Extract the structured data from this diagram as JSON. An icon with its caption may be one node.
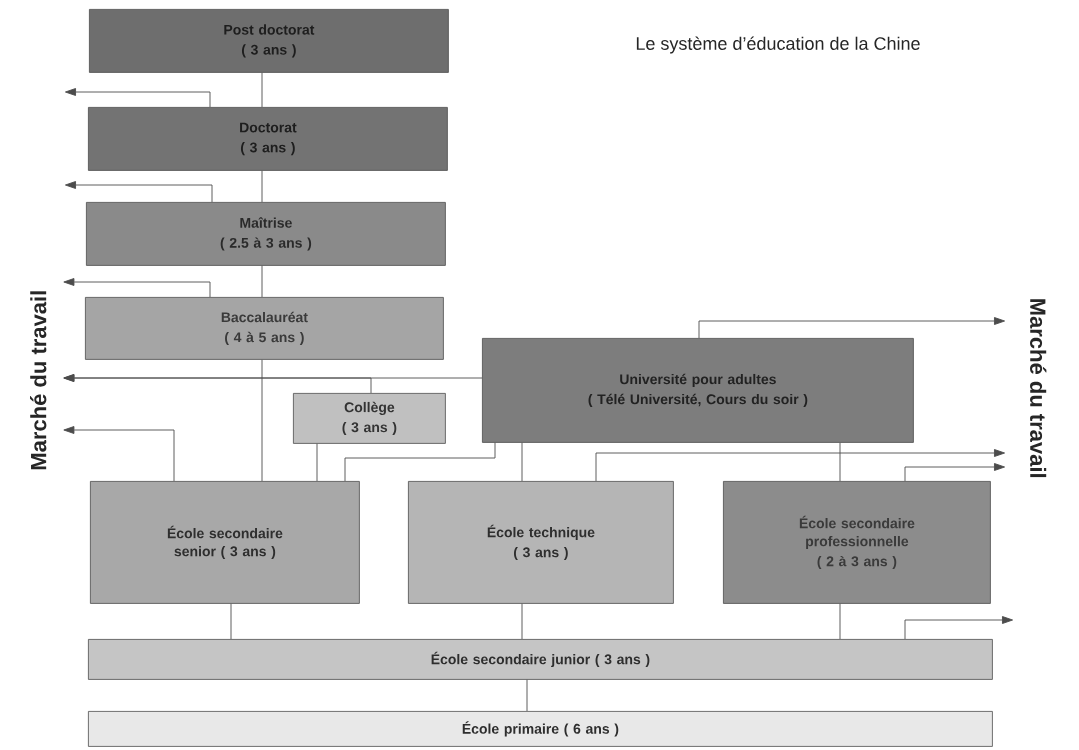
{
  "diagram": {
    "title": "Le système d’éducation de la Chine",
    "nodes": [
      {
        "text": [
          "Post doctorat",
          "( 3 ans )"
        ]
      },
      {
        "text": [
          "Doctorat",
          "( 3 ans )"
        ]
      },
      {
        "text": [
          "Maîtrise",
          "( 2.5 à 3 ans )"
        ]
      },
      {
        "text": [
          "Baccalauréat",
          "( 4 à 5 ans )"
        ]
      },
      {
        "text": [
          "Université pour adultes",
          "( Télé Université, Cours du soir )"
        ]
      },
      {
        "text": [
          "Collège",
          "( 3 ans )"
        ]
      },
      {
        "text": [
          "École secondaire senior ( 3 ans )"
        ]
      },
      {
        "text": [
          "École technique",
          "( 3 ans )"
        ]
      },
      {
        "text": [
          "École secondaire professionnelle",
          "( 2 à 3 ans )"
        ]
      },
      {
        "text": [
          "École secondaire junior ( 3 ans )"
        ]
      },
      {
        "text": [
          "École primaire ( 6 ans )"
        ]
      },
      {
        "text": [
          "Marché du travail"
        ]
      },
      {
        "text": [
          "Marché du travail"
        ]
      }
    ],
    "edges": [
      {
        "from": 0,
        "to": 1,
        "arrow": "none"
      },
      {
        "from": 1,
        "to": 2,
        "arrow": "none"
      },
      {
        "from": 2,
        "to": 3,
        "arrow": "none"
      },
      {
        "from": 3,
        "to": 6,
        "arrow": "none"
      },
      {
        "from": 5,
        "to": 6,
        "arrow": "none"
      },
      {
        "from": 4,
        "to": 6,
        "arrow": "none"
      },
      {
        "from": 4,
        "to": 7,
        "arrow": "none"
      },
      {
        "from": 4,
        "to": 8,
        "arrow": "none"
      },
      {
        "from": 9,
        "to": 6,
        "arrow": "none"
      },
      {
        "from": 9,
        "to": 7,
        "arrow": "none"
      },
      {
        "from": 9,
        "to": 8,
        "arrow": "none"
      },
      {
        "from": 10,
        "to": 9,
        "arrow": "none"
      },
      {
        "from": 1,
        "to": null,
        "arrow": "to"
      },
      {
        "from": 2,
        "to": null,
        "arrow": "to"
      },
      {
        "from": 3,
        "to": 11,
        "arrow": "to"
      },
      {
        "from": 4,
        "to": 11,
        "arrow": "to"
      },
      {
        "from": 5,
        "to": 11,
        "arrow": "to"
      },
      {
        "from": 6,
        "to": 11,
        "arrow": "to"
      },
      {
        "from": 4,
        "to": 12,
        "arrow": "to"
      },
      {
        "from": 7,
        "to": 12,
        "arrow": "to"
      },
      {
        "from": 8,
        "to": 12,
        "arrow": "to"
      },
      {
        "from": 9,
        "to": null,
        "arrow": "to"
      }
    ]
  }
}
